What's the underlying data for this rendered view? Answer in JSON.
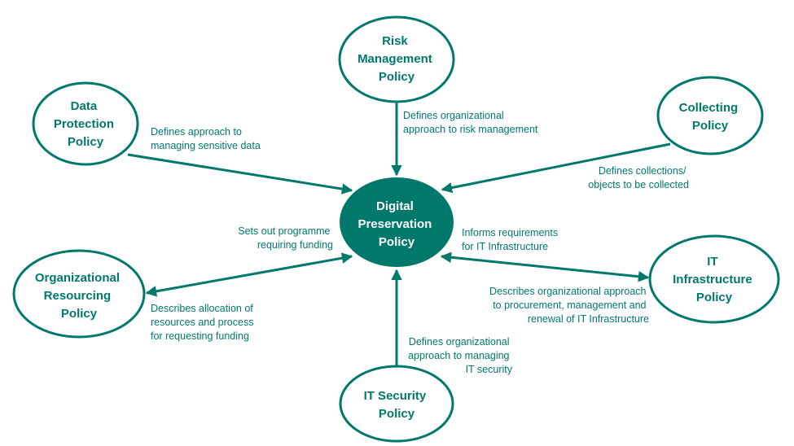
{
  "colors": {
    "accent": "#00796B",
    "center_fill": "#00796B",
    "center_text": "#ffffff",
    "background": "#ffffff"
  },
  "nodes": {
    "center": {
      "lines": [
        "Digital",
        "Preservation",
        "Policy"
      ]
    },
    "risk": {
      "lines": [
        "Risk",
        "Management",
        "Policy"
      ]
    },
    "data": {
      "lines": [
        "Data",
        "Protection",
        "Policy"
      ]
    },
    "collecting": {
      "lines": [
        "Collecting",
        "Policy"
      ]
    },
    "org": {
      "lines": [
        "Organizational",
        "Resourcing",
        "Policy"
      ]
    },
    "it_infra": {
      "lines": [
        "IT",
        "Infrastructure",
        "Policy"
      ]
    },
    "it_security": {
      "lines": [
        "IT Security",
        "Policy"
      ]
    }
  },
  "edges": {
    "risk": [
      "Defines organizational",
      "approach to risk management"
    ],
    "data": [
      "Defines approach to",
      "managing sensitive data"
    ],
    "collecting": [
      "Defines collections/",
      "objects to be collected"
    ],
    "org_in": [
      "Sets out programme",
      "requiring funding"
    ],
    "org_out": [
      "Describes allocation of",
      "resources and process",
      "for requesting funding"
    ],
    "it_infra_out": [
      "Informs requirements",
      "for IT Infrastructure"
    ],
    "it_infra_in": [
      "Describes organizational approach",
      "to procurement, management and",
      "renewal of IT Infrastructure"
    ],
    "it_security": [
      "Defines organizational",
      "approach to managing",
      "IT security"
    ]
  }
}
